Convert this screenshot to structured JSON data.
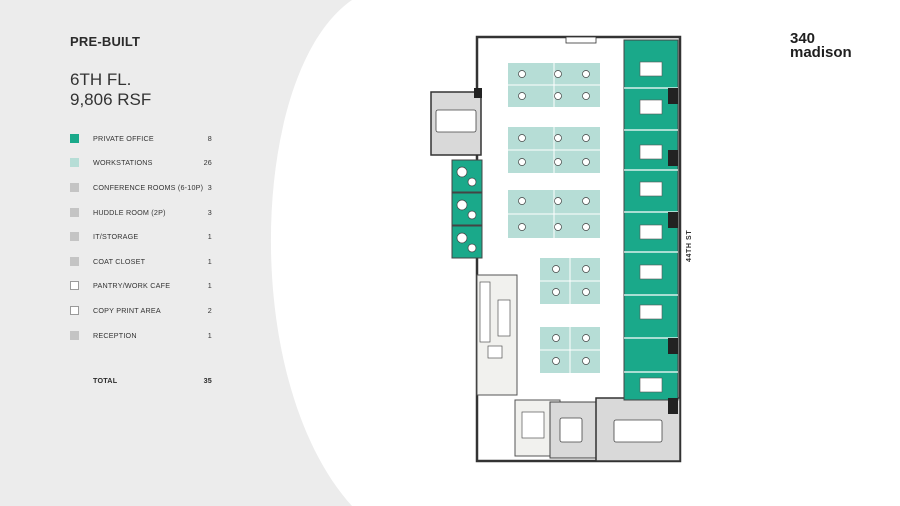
{
  "header": {
    "title": "PRE-BUILT"
  },
  "floor": {
    "line1": "6TH FL.",
    "line2": "9,806 RSF"
  },
  "legend": [
    {
      "label": "PRIVATE OFFICE",
      "count": "8",
      "color": "#1aa98a",
      "border": "#1aa98a"
    },
    {
      "label": "WORKSTATIONS",
      "count": "26",
      "color": "#b6ddd6",
      "border": "#b6ddd6"
    },
    {
      "label": "CONFERENCE ROOMS (6-10P)",
      "count": "3",
      "color": "#c4c4c4",
      "border": "#c4c4c4"
    },
    {
      "label": "HUDDLE ROOM (2P)",
      "count": "3",
      "color": "#c4c4c4",
      "border": "#c4c4c4"
    },
    {
      "label": "IT/STORAGE",
      "count": "1",
      "color": "#c4c4c4",
      "border": "#c4c4c4"
    },
    {
      "label": "COAT CLOSET",
      "count": "1",
      "color": "#c4c4c4",
      "border": "#c4c4c4"
    },
    {
      "label": "PANTRY/WORK CAFE",
      "count": "1",
      "color": "#ffffff",
      "border": "#9a9a9a"
    },
    {
      "label": "COPY PRINT AREA",
      "count": "2",
      "color": "#ffffff",
      "border": "#9a9a9a"
    },
    {
      "label": "RECEPTION",
      "count": "1",
      "color": "#c4c4c4",
      "border": "#c4c4c4"
    }
  ],
  "total": {
    "label": "TOTAL",
    "count": "35"
  },
  "logo": {
    "line1": "340",
    "line2": "madison"
  },
  "plan": {
    "street_label": "44TH ST"
  },
  "colors": {
    "arc": "#ececec",
    "office": "#1aa98a",
    "workstation": "#b6ddd6",
    "grey_room": "#d9d9d9",
    "pantry": "#f1f1ee",
    "wall": "#333333"
  }
}
